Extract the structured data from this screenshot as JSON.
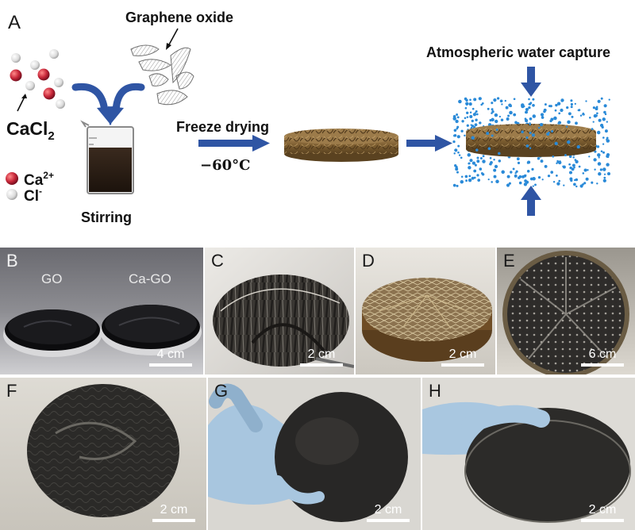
{
  "panel_a": {
    "letter": "A",
    "graphene_oxide_label": "Graphene oxide",
    "salt_label_main": "CaCl",
    "salt_label_sub": "2",
    "ca_label": "Ca",
    "ca_sup": "2+",
    "cl_label": "Cl",
    "cl_sup": "-",
    "stirring_label": "Stirring",
    "freeze_drying_label": "Freeze drying",
    "temperature_label": "−60°C",
    "capture_label": "Atmospheric water capture",
    "colors": {
      "arrow": "#2f55a4",
      "ca_ion": "#c8283a",
      "cl_ion": "#dcdcdc",
      "water": "#2a8ad8",
      "aerogel": "#8a6a3a"
    }
  },
  "photos": [
    {
      "letter": "B",
      "scale": "4 cm",
      "labels": [
        "GO",
        "Ca-GO"
      ]
    },
    {
      "letter": "C",
      "scale": "2 cm"
    },
    {
      "letter": "D",
      "scale": "2 cm"
    },
    {
      "letter": "E",
      "scale": "6 cm"
    },
    {
      "letter": "F",
      "scale": "2 cm"
    },
    {
      "letter": "G",
      "scale": "2 cm"
    },
    {
      "letter": "H",
      "scale": "2 cm"
    }
  ]
}
